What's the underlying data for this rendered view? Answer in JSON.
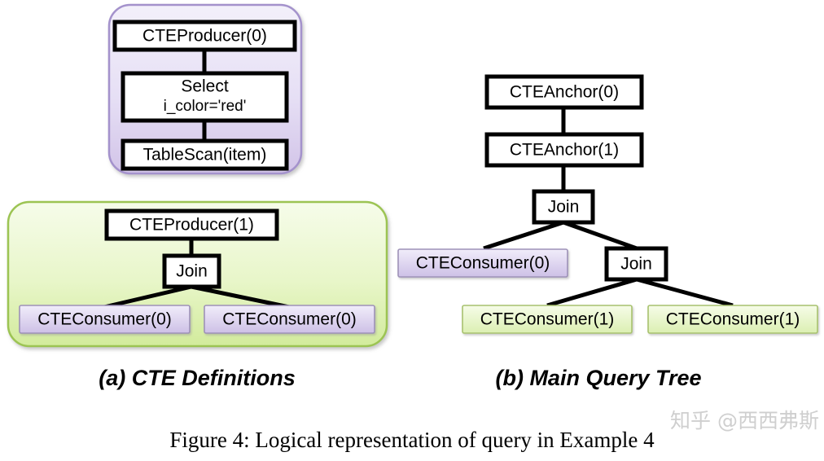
{
  "figure": {
    "caption": "Figure 4: Logical representation of query in Example 4",
    "watermark": "知乎 @西西弗斯",
    "background": "#ffffff"
  },
  "palette": {
    "purple_container_top": "#f0ecf8",
    "purple_container_bottom": "#d6c9ea",
    "purple_container_border": "#9b86c4",
    "green_container_top": "#f4fbe6",
    "green_container_bottom": "#d4eda2",
    "green_container_border": "#94bf4a",
    "purple_node_top": "#efeaf8",
    "purple_node_bottom": "#cfc3e6",
    "purple_node_border": "#9e92b8",
    "green_node_top": "#f4fbe4",
    "green_node_bottom": "#dcefb4",
    "green_node_border": "#a6bf6a",
    "plain_node_fill": "#ffffff",
    "plain_node_stroke": "#000000",
    "edge_color": "#000000",
    "text_color": "#000000",
    "watermark_color": "#cfcfcf"
  },
  "panels": [
    {
      "id": "cte-definitions",
      "subcaption": "(a) CTE Definitions",
      "containers": [
        {
          "id": "cte0-container",
          "style": "purple",
          "nodes": [
            {
              "id": "cte-producer-0",
              "label": "CTEProducer(0)",
              "style": "plain"
            },
            {
              "id": "select-node",
              "label": "Select",
              "sublabel": "i_color='red'",
              "style": "plain"
            },
            {
              "id": "tablescan-item",
              "label": "TableScan(item)",
              "style": "plain"
            }
          ],
          "edges": [
            {
              "from": "cte-producer-0",
              "to": "select-node"
            },
            {
              "from": "select-node",
              "to": "tablescan-item"
            }
          ]
        },
        {
          "id": "cte1-container",
          "style": "green",
          "nodes": [
            {
              "id": "cte-producer-1",
              "label": "CTEProducer(1)",
              "style": "plain"
            },
            {
              "id": "join-a",
              "label": "Join",
              "style": "plain"
            },
            {
              "id": "cte-consumer-0-left",
              "label": "CTEConsumer(0)",
              "style": "purple"
            },
            {
              "id": "cte-consumer-0-right",
              "label": "CTEConsumer(0)",
              "style": "purple"
            }
          ],
          "edges": [
            {
              "from": "cte-producer-1",
              "to": "join-a"
            },
            {
              "from": "join-a",
              "to": "cte-consumer-0-left"
            },
            {
              "from": "join-a",
              "to": "cte-consumer-0-right"
            }
          ]
        }
      ]
    },
    {
      "id": "main-query-tree",
      "subcaption": "(b) Main Query Tree",
      "containers": [
        {
          "id": "main-tree",
          "style": "none",
          "nodes": [
            {
              "id": "cte-anchor-0",
              "label": "CTEAnchor(0)",
              "style": "plain"
            },
            {
              "id": "cte-anchor-1",
              "label": "CTEAnchor(1)",
              "style": "plain"
            },
            {
              "id": "join-b",
              "label": "Join",
              "style": "plain"
            },
            {
              "id": "cte-consumer-0-main",
              "label": "CTEConsumer(0)",
              "style": "purple"
            },
            {
              "id": "join-c",
              "label": "Join",
              "style": "plain"
            },
            {
              "id": "cte-consumer-1-left",
              "label": "CTEConsumer(1)",
              "style": "green"
            },
            {
              "id": "cte-consumer-1-right",
              "label": "CTEConsumer(1)",
              "style": "green"
            }
          ],
          "edges": [
            {
              "from": "cte-anchor-0",
              "to": "cte-anchor-1"
            },
            {
              "from": "cte-anchor-1",
              "to": "join-b"
            },
            {
              "from": "join-b",
              "to": "cte-consumer-0-main"
            },
            {
              "from": "join-b",
              "to": "join-c"
            },
            {
              "from": "join-c",
              "to": "cte-consumer-1-left"
            },
            {
              "from": "join-c",
              "to": "cte-consumer-1-right"
            }
          ]
        }
      ]
    }
  ]
}
